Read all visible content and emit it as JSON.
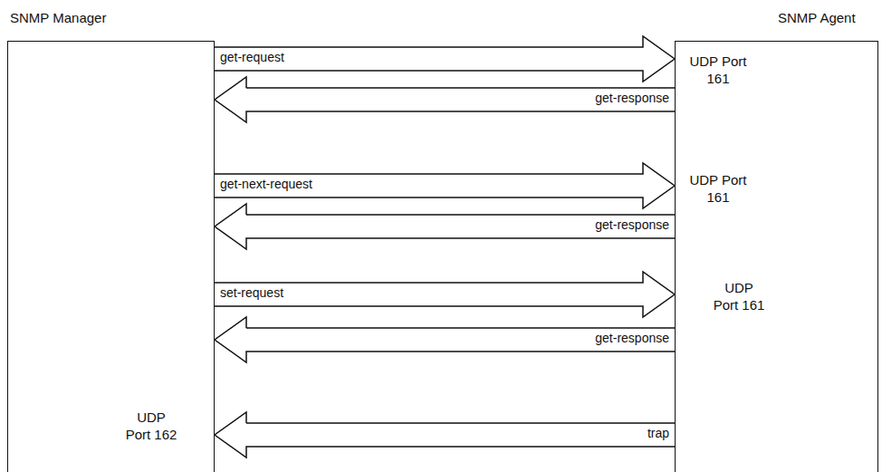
{
  "diagram": {
    "nodes": [
      {
        "text": [
          "SNMP Manager",
          "UDP Port 162"
        ]
      },
      {
        "text": [
          "SNMP Agent",
          "UDP Port 161",
          "UDP Port 161",
          "UDP Port 161"
        ]
      }
    ],
    "edges": [
      {
        "from": 0,
        "to": 1,
        "arrow": "to",
        "label": "get-request"
      },
      {
        "from": 1,
        "to": 0,
        "arrow": "to",
        "label": "get-response"
      },
      {
        "from": 0,
        "to": 1,
        "arrow": "to",
        "label": "get-next-request"
      },
      {
        "from": 1,
        "to": 0,
        "arrow": "to",
        "label": "get-response"
      },
      {
        "from": 0,
        "to": 1,
        "arrow": "to",
        "label": "set-request"
      },
      {
        "from": 1,
        "to": 0,
        "arrow": "to",
        "label": "get-response"
      },
      {
        "from": 1,
        "to": 0,
        "arrow": "to",
        "label": "trap"
      }
    ]
  }
}
